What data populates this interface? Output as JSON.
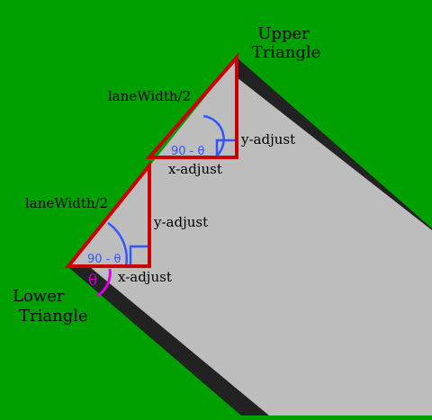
{
  "labels": {
    "upper_triangle_line1": "Upper",
    "upper_triangle_line2": "Triangle",
    "lower_triangle_line1": "Lower",
    "lower_triangle_line2": "Triangle",
    "upper_hypotenuse": "laneWidth/2",
    "upper_y_adjust": "y-adjust",
    "upper_x_adjust": "x-adjust",
    "upper_angle": "90 - θ",
    "lower_hypotenuse": "laneWidth/2",
    "lower_y_adjust": "y-adjust",
    "lower_x_adjust": "x-adjust",
    "lower_angle": "90 - θ",
    "theta": "θ"
  },
  "colors": {
    "background": "#00a000",
    "lane_fill": "#bdbdbd",
    "lane_border": "#222222",
    "triangle_stroke": "#cc0000",
    "angle_arc": "#3355ff",
    "theta_arc": "#e000e0"
  }
}
